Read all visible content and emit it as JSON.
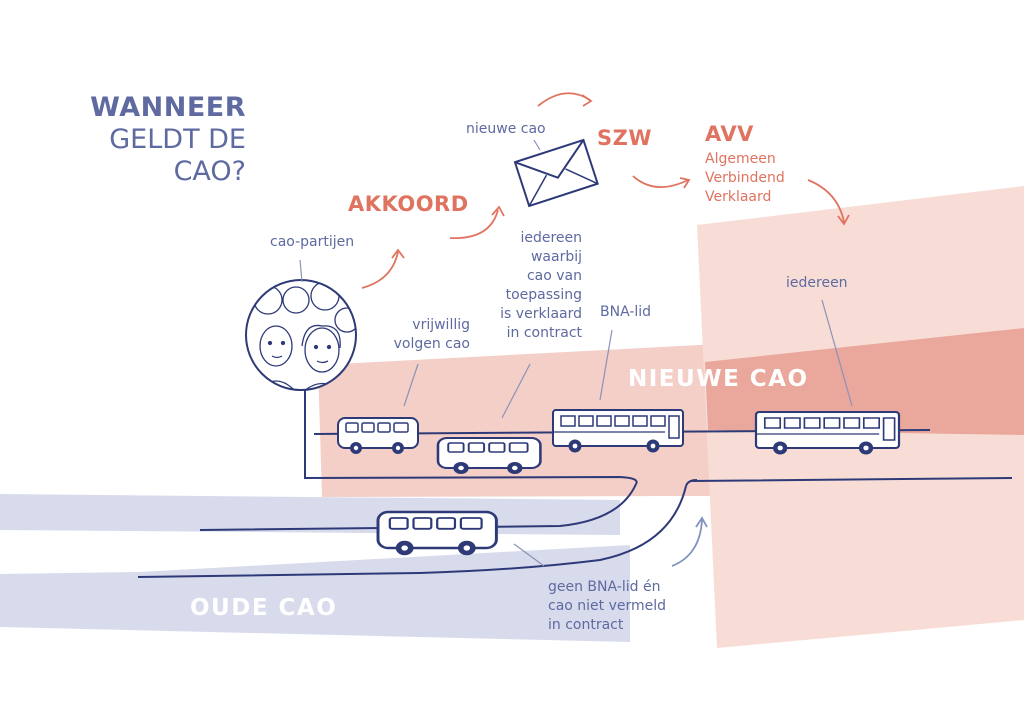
{
  "title": {
    "line1": "WANNEER",
    "line2": "GELDT DE",
    "line3": "CAO?"
  },
  "steps": {
    "akkoord": "AKKOORD",
    "szw": "SZW",
    "avv_abbr": "AVV",
    "avv_full": "Algemeen\nVerbindend\nVerklaard"
  },
  "labels": {
    "nieuwe_cao_doc": "nieuwe cao",
    "cao_partijen": "cao-partijen",
    "vrijwillig": "vrijwillig\nvolgen cao",
    "iedereen_verklaard": "iedereen\nwaarbij\ncao van\ntoepassing\nis verklaard\nin contract",
    "bna_lid": "BNA-lid",
    "iedereen": "iedereen",
    "geen_bna": "geen BNA-lid én\ncao niet vermeld\nin contract"
  },
  "zones": {
    "nieuwe_cao": "NIEUWE CAO",
    "oude_cao": "OUDE CAO"
  },
  "colors": {
    "ink": "#2e3a78",
    "blue_text": "#5e6aa0",
    "coral": "#e0735f",
    "new_zone": "#f3cfc8",
    "new_zone_band": "#e89e90",
    "avv_zone": "#f8ddd7",
    "old_zone": "#d8dbec"
  },
  "icons": [
    "people-icon",
    "envelope-icon",
    "bus-icon"
  ]
}
